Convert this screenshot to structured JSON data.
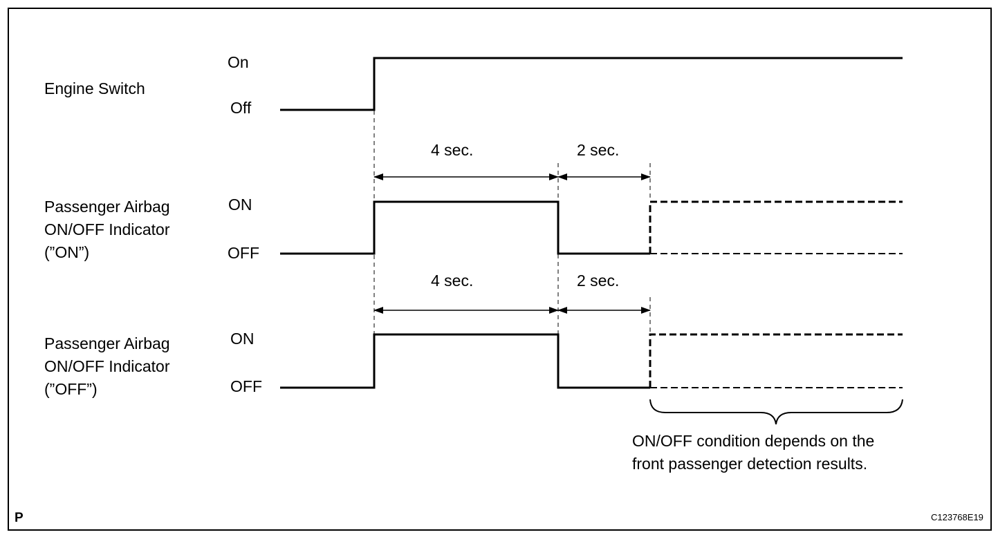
{
  "signals": [
    {
      "name": "Engine Switch",
      "level_high": "On",
      "level_low": "Off"
    },
    {
      "name": "Passenger Airbag\nON/OFF Indicator\n(”ON”)",
      "level_high": "ON",
      "level_low": "OFF"
    },
    {
      "name": "Passenger Airbag\nON/OFF Indicator\n(”OFF”)",
      "level_high": "ON",
      "level_low": "OFF"
    }
  ],
  "intervals": {
    "first": "4 sec.",
    "second": "2 sec."
  },
  "note": "ON/OFF condition depends on the\nfront passenger detection results.",
  "corner_left": "P",
  "corner_right": "C123768E19"
}
